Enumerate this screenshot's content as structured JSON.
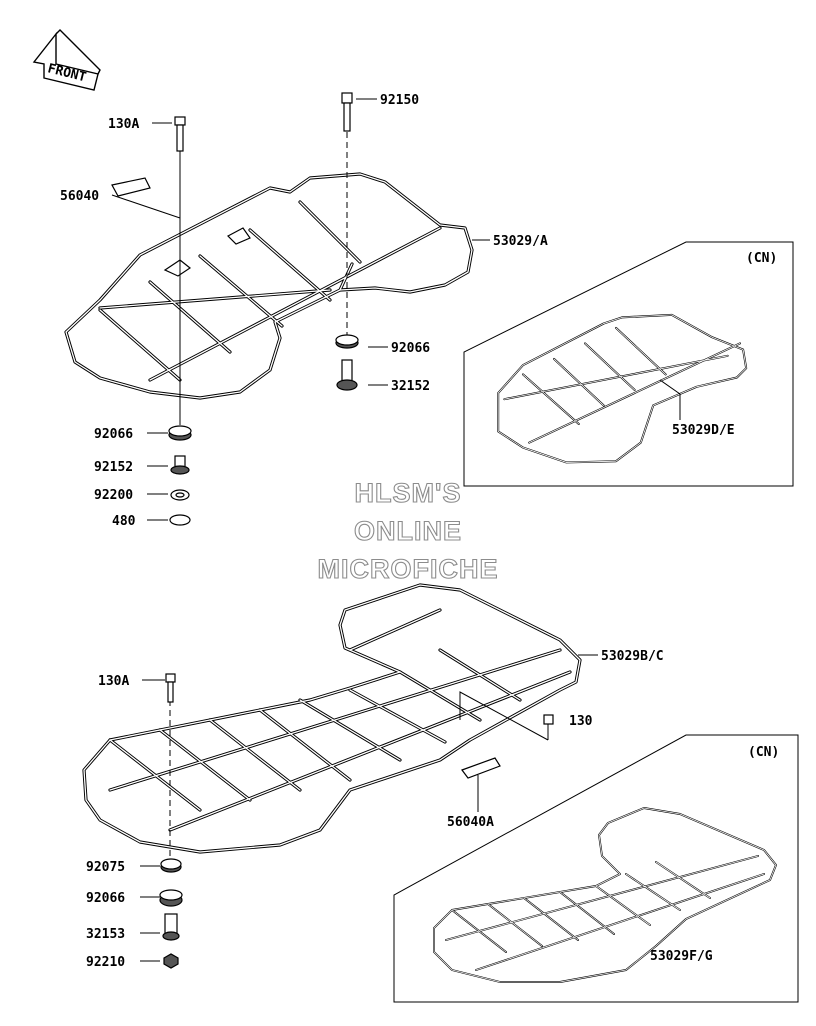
{
  "diagram": {
    "direction_badge": "FRONT",
    "watermark": [
      "HLSM'S",
      "ONLINE",
      "MICROFICHE"
    ],
    "inset_tags": [
      "(CN)",
      "(CN)"
    ],
    "part_labels": {
      "p130A_top": "130A",
      "p92150": "92150",
      "p56040": "56040",
      "p53029A": "53029/A",
      "p92066_r": "92066",
      "p32152": "32152",
      "p53029DE": "53029D/E",
      "p92066_l": "92066",
      "p92152": "92152",
      "p92200": "92200",
      "p480": "480",
      "p53029BC": "53029B/C",
      "p130A_bot": "130A",
      "p130": "130",
      "p56040A": "56040A",
      "p92075": "92075",
      "p92066_b": "92066",
      "p32153": "32153",
      "p92210": "92210",
      "p53029FG": "53029F/G"
    }
  }
}
